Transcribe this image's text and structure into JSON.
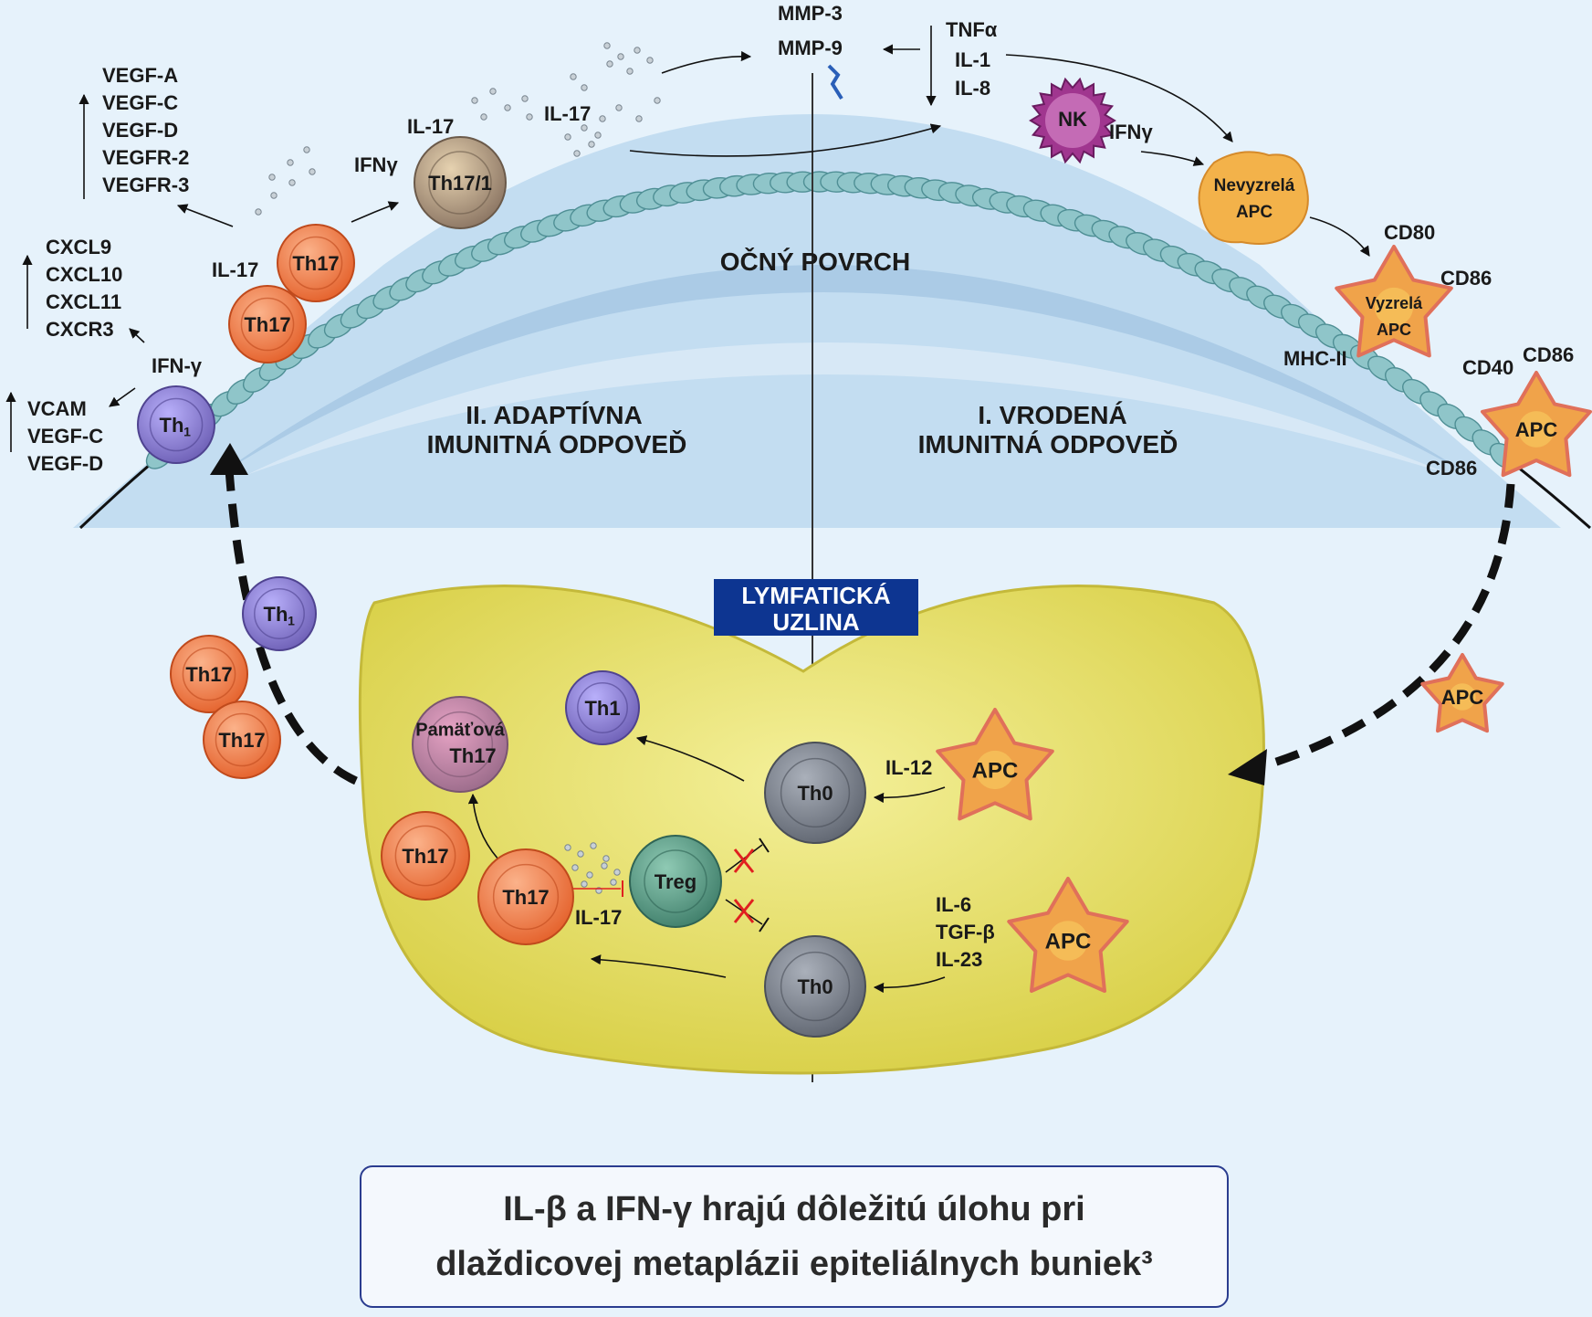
{
  "regions": {
    "ocular_surface": "OČNÝ POVRCH",
    "adaptive": [
      "II. ADAPTÍVNA",
      "IMUNITNÁ ODPOVEĎ"
    ],
    "innate": [
      "I. VRODENÁ",
      "IMUNITNÁ ODPOVEĎ"
    ],
    "lymph_node": [
      "LYMFATICKÁ",
      "UZLINA"
    ]
  },
  "top_labels": {
    "mmp3": "MMP-3",
    "mmp9": "MMP-9",
    "tnf": "TNFα",
    "il1": "IL-1",
    "il8": "IL-8",
    "il17_top": "IL-17",
    "il17_th": "IL-17",
    "ifng_nk": "IFNγ",
    "ifng_th": "IFNγ",
    "il17_left": "IL-17",
    "ifn_gamma_left": "IFN-γ"
  },
  "marker_lists": {
    "vegf": [
      "VEGF-A",
      "VEGF-C",
      "VEGF-D",
      "VEGFR-2",
      "VEGFR-3"
    ],
    "cxcl": [
      "CXCL9",
      "CXCL10",
      "CXCL11",
      "CXCR3"
    ],
    "vcam": [
      "VCAM",
      "VEGF-C",
      "VEGF-D"
    ]
  },
  "receptors": {
    "cd80": "CD80",
    "cd86_a": "CD86",
    "mhc": "MHC-II",
    "cd40": "CD40",
    "cd86_b": "CD86",
    "cd86_c": "CD86"
  },
  "cells": {
    "nk": "NK",
    "immature_apc": [
      "Nevyzrelá",
      "APC"
    ],
    "mature_apc": [
      "Vyzrelá",
      "APC"
    ],
    "apc": "APC",
    "apc_migrating": "APC",
    "apc_node1": "APC",
    "apc_node2": "APC",
    "th17_1": "Th17/1",
    "th17": "Th17",
    "th1_sub": [
      "Th",
      "1"
    ],
    "th1": "Th1",
    "th0": "Th0",
    "treg": "Treg",
    "memory": [
      "Pamäťová",
      "Th17"
    ]
  },
  "node_labels": {
    "il12": "IL-12",
    "il6": "IL-6",
    "tgfb": "TGF-β",
    "il23": "IL-23",
    "il17_node": "IL-17"
  },
  "caption": {
    "line1": "IL-β a IFN-γ hrajú dôležitú úlohu pri",
    "line2": "dlaždicovej metaplázii epiteliálnych buniek³"
  },
  "colors": {
    "background": "#e6f2fb",
    "tissue": "#c3ddf1",
    "epithelium": "#8fc5c9",
    "lymph_node": "#e6e06a",
    "th17": "#f07a45",
    "th1": "#8a7dc7",
    "th0": "#8a8f99",
    "treg": "#5aa08a",
    "apc": "#f0a34a",
    "nk": "#a0368f",
    "label_box": "#0d3591"
  }
}
